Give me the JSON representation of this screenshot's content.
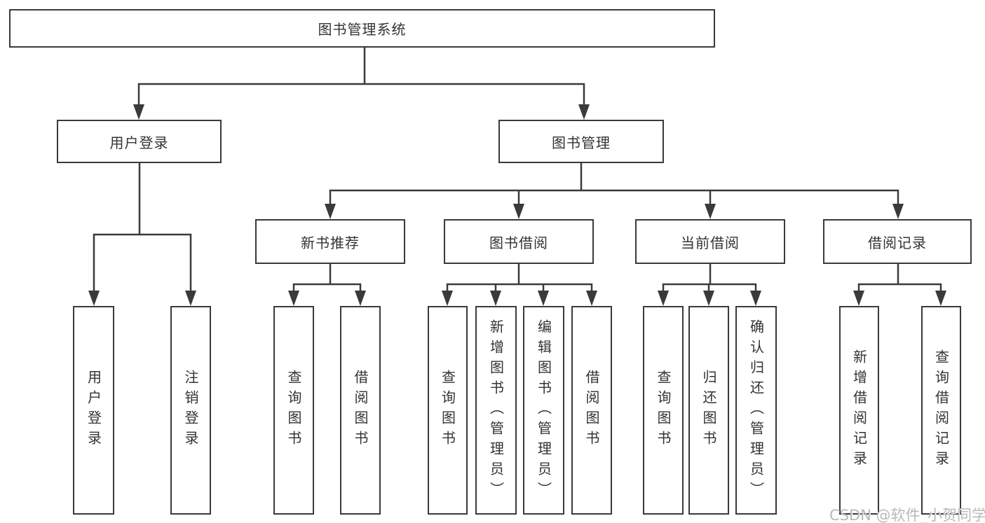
{
  "diagram": {
    "type": "hierarchy",
    "root": {
      "label": "图书管理系统"
    },
    "children": [
      {
        "label": "用户登录",
        "children": [
          {
            "label": "用户登录"
          },
          {
            "label": "注销登录"
          }
        ]
      },
      {
        "label": "图书管理",
        "children": [
          {
            "label": "新书推荐",
            "children": [
              {
                "label": "查询图书"
              },
              {
                "label": "借阅图书"
              }
            ]
          },
          {
            "label": "图书借阅",
            "children": [
              {
                "label": "查询图书"
              },
              {
                "label": "新增图书（管理员）"
              },
              {
                "label": "编辑图书（管理员）"
              },
              {
                "label": "借阅图书"
              }
            ]
          },
          {
            "label": "当前借阅",
            "children": [
              {
                "label": "查询图书"
              },
              {
                "label": "归还图书"
              },
              {
                "label": "确认归还（管理员）"
              }
            ]
          },
          {
            "label": "借阅记录",
            "children": [
              {
                "label": "新增借阅记录"
              },
              {
                "label": "查询借阅记录"
              }
            ]
          }
        ]
      }
    ]
  },
  "watermark": {
    "text": "CSDN @软件_小贺同学"
  },
  "colors": {
    "line": "#3a3a3a",
    "box_border": "#3a3a3a",
    "box_fill": "#ffffff",
    "text": "#333333",
    "watermark_text": "#b9b9b9",
    "background": "#ffffff"
  }
}
